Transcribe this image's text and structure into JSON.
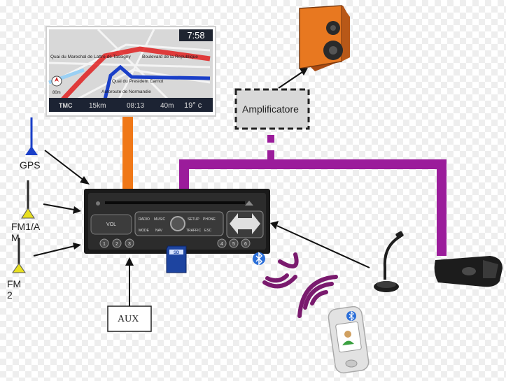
{
  "nav_screen": {
    "clock": "7:58",
    "streets": [
      "Quai du Marechal de Lattre de Tassigny",
      "Boulevard de la Republique",
      "Quai du President Carnot",
      "Autoroute de Normandie"
    ],
    "tmc": "TMC",
    "distance": "15km",
    "eta": "08:13",
    "next_turn": "40m",
    "temperature": "19° c",
    "scale": "80m"
  },
  "labels": {
    "gps": "GPS",
    "fm_am": "FM1/A\nM",
    "fm2": "FM\n2",
    "amplifier": "Amplificatore",
    "aux": "AUX"
  },
  "radio": {
    "vol": "VOL",
    "buttons": [
      "RADIO",
      "MUSIC",
      "MODE",
      "NAV",
      "SETUP",
      "PHONE",
      "TRAFFIC",
      "ESC"
    ],
    "presets": [
      "1",
      "2",
      "3",
      "4",
      "5",
      "6"
    ]
  },
  "sd_card": "SD",
  "colors": {
    "orange_link": "#f07818",
    "purple_link": "#9b1c9b",
    "speaker": "#e87820",
    "waves": "#7a1a6e",
    "bluetooth": "#2a6ed8"
  }
}
